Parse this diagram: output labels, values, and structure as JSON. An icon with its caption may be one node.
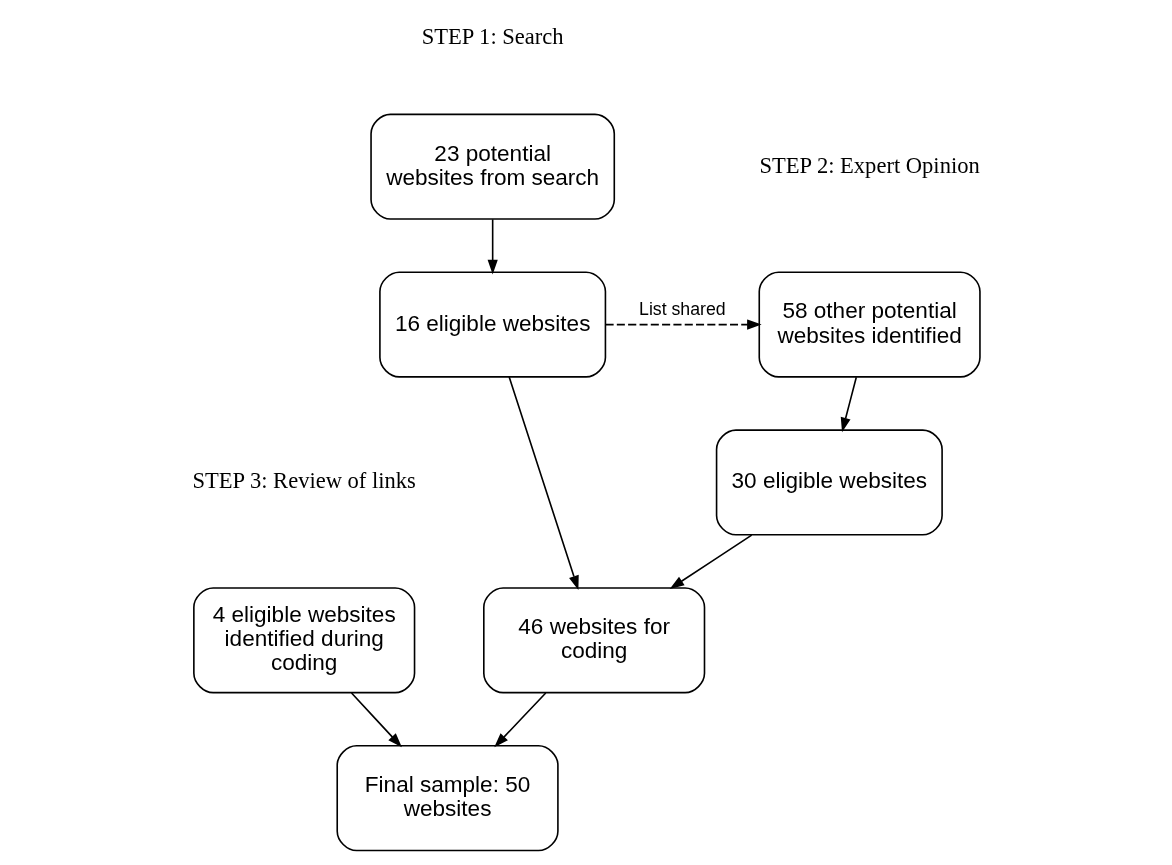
{
  "diagram": {
    "nodes": [
      {
        "text": [
          "23 potential websites from search"
        ]
      },
      {
        "text": [
          "16 eligible websites"
        ]
      },
      {
        "text": [
          "58 other potential websites identified"
        ]
      },
      {
        "text": [
          "30 eligible websites"
        ]
      },
      {
        "text": [
          "46 websites for coding"
        ]
      },
      {
        "text": [
          "4 eligible websites identified during coding"
        ]
      },
      {
        "text": [
          "Final sample: 50 websites"
        ]
      }
    ],
    "edges": [
      {
        "from": 0,
        "to": 1,
        "arrow": "to"
      },
      {
        "from": 1,
        "to": 2,
        "arrow": "to",
        "label": "List shared",
        "style": "dashed"
      },
      {
        "from": 2,
        "to": 3,
        "arrow": "to"
      },
      {
        "from": 1,
        "to": 4,
        "arrow": "to"
      },
      {
        "from": 3,
        "to": 4,
        "arrow": "to"
      },
      {
        "from": 4,
        "to": 6,
        "arrow": "to"
      },
      {
        "from": 5,
        "to": 6,
        "arrow": "to"
      }
    ],
    "labels": [
      "STEP 1: Search",
      "STEP 2: Expert Opinion",
      "STEP 3: Review of links"
    ]
  }
}
